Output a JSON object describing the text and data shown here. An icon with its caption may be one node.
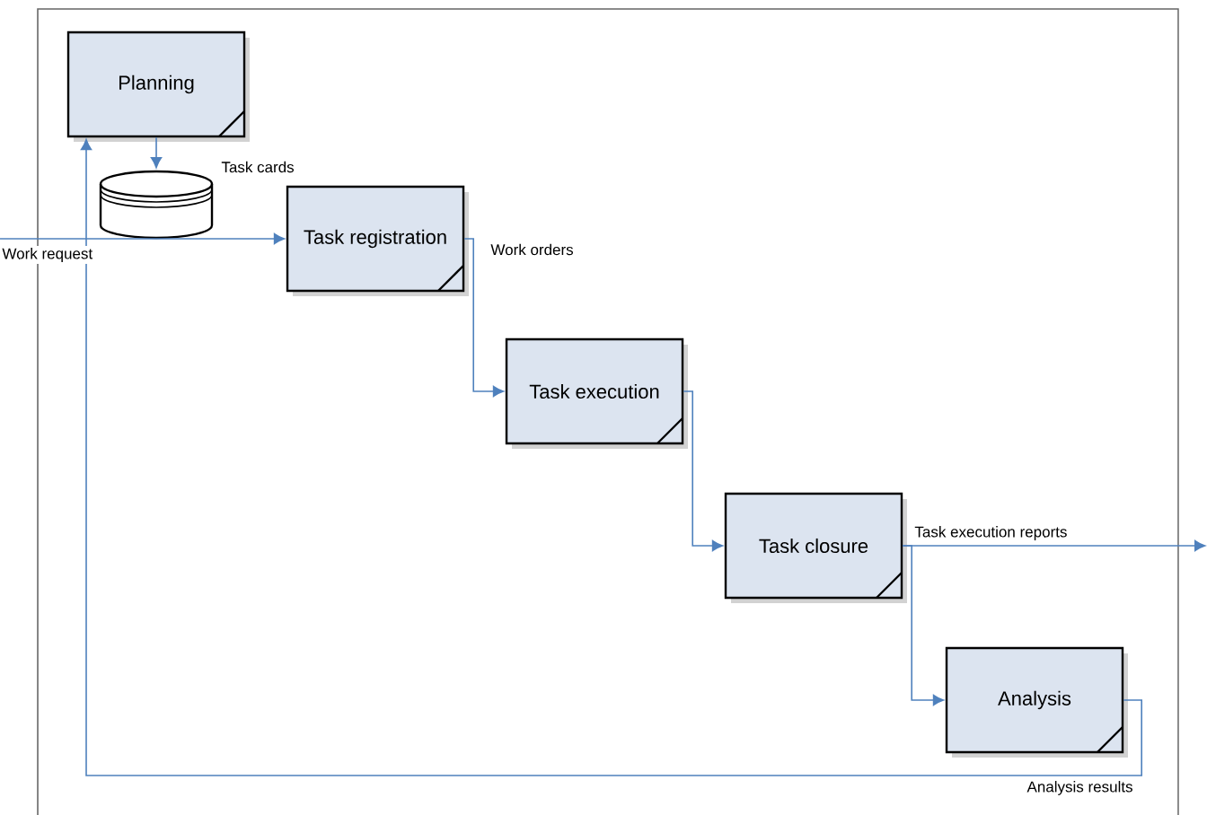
{
  "diagram": {
    "nodes": [
      {
        "text": [
          "Planning"
        ]
      },
      {
        "text": [],
        "shape": "cylinder",
        "beside": [
          "Task cards"
        ]
      },
      {
        "text": [
          "Task registration"
        ]
      },
      {
        "text": [
          "Task execution"
        ]
      },
      {
        "text": [
          "Task closure"
        ]
      },
      {
        "text": [
          "Analysis"
        ]
      }
    ],
    "edges": [
      {
        "from": 0,
        "to": 1,
        "arrow": "to"
      },
      {
        "from": null,
        "to": 2,
        "arrow": "to",
        "label": "Work request"
      },
      {
        "from": 2,
        "to": 3,
        "arrow": "to",
        "label": "Work orders"
      },
      {
        "from": 3,
        "to": 4,
        "arrow": "to"
      },
      {
        "from": 4,
        "to": 5,
        "arrow": "to"
      },
      {
        "from": 4,
        "to": null,
        "arrow": "to",
        "label": "Task execution reports"
      },
      {
        "from": 5,
        "to": 0,
        "arrow": "to",
        "label": "Analysis results"
      }
    ]
  }
}
